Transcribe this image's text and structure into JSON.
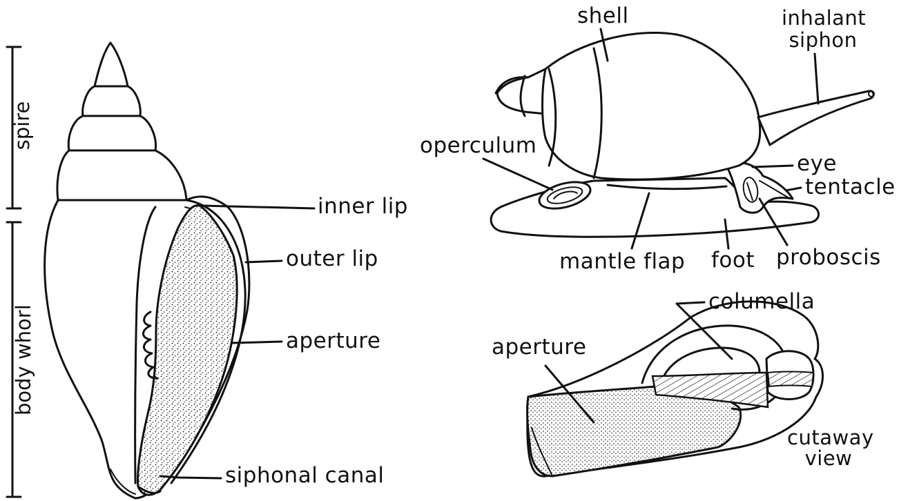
{
  "diagram": {
    "left_shell": {
      "regions": {
        "spire": "spire",
        "body_whorl": "body whorl"
      },
      "labels": {
        "inner_lip": "inner lip",
        "outer_lip": "outer lip",
        "aperture": "aperture",
        "siphonal_canal": "siphonal canal"
      }
    },
    "snail": {
      "labels": {
        "shell": "shell",
        "inhalant_siphon_line1": "inhalant",
        "inhalant_siphon_line2": "siphon",
        "operculum": "operculum",
        "eye": "eye",
        "tentacle": "tentacle",
        "mantle_flap": "mantle flap",
        "foot": "foot",
        "proboscis": "proboscis"
      }
    },
    "cutaway": {
      "labels": {
        "columella": "columella",
        "aperture": "aperture",
        "cutaway_line1": "cutaway",
        "cutaway_line2": "view"
      }
    }
  }
}
